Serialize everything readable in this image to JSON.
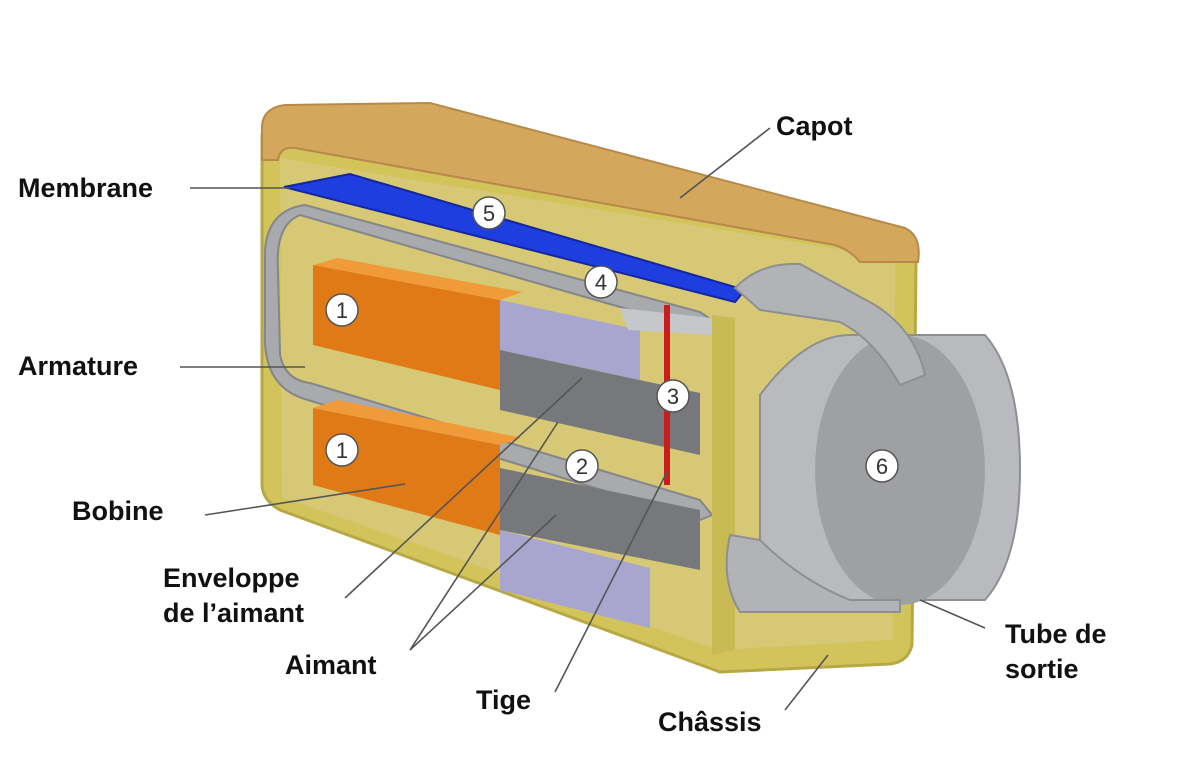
{
  "labels": {
    "capot": "Capot",
    "membrane": "Membrane",
    "armature": "Armature",
    "bobine": "Bobine",
    "enveloppe": "Enveloppe\nde l’aimant",
    "aimant": "Aimant",
    "tige": "Tige",
    "chassis": "Châssis",
    "tube": "Tube de\nsortie"
  },
  "markers": {
    "bobine_top": "1",
    "bobine_bottom": "1",
    "tige_gap": "2",
    "tige": "3",
    "armature_end": "4",
    "membrane": "5",
    "tube": "6"
  },
  "colors": {
    "capot": "#d4a85c",
    "chassis": "#d2c45a",
    "membrane": "#1f3ee0",
    "armature": "#a9aaad",
    "bobine": "#e07a16",
    "aimant": "#a8a6cf",
    "enveloppe": "#77787c",
    "tige": "#cc1d1d",
    "tube": "#b9babd"
  }
}
